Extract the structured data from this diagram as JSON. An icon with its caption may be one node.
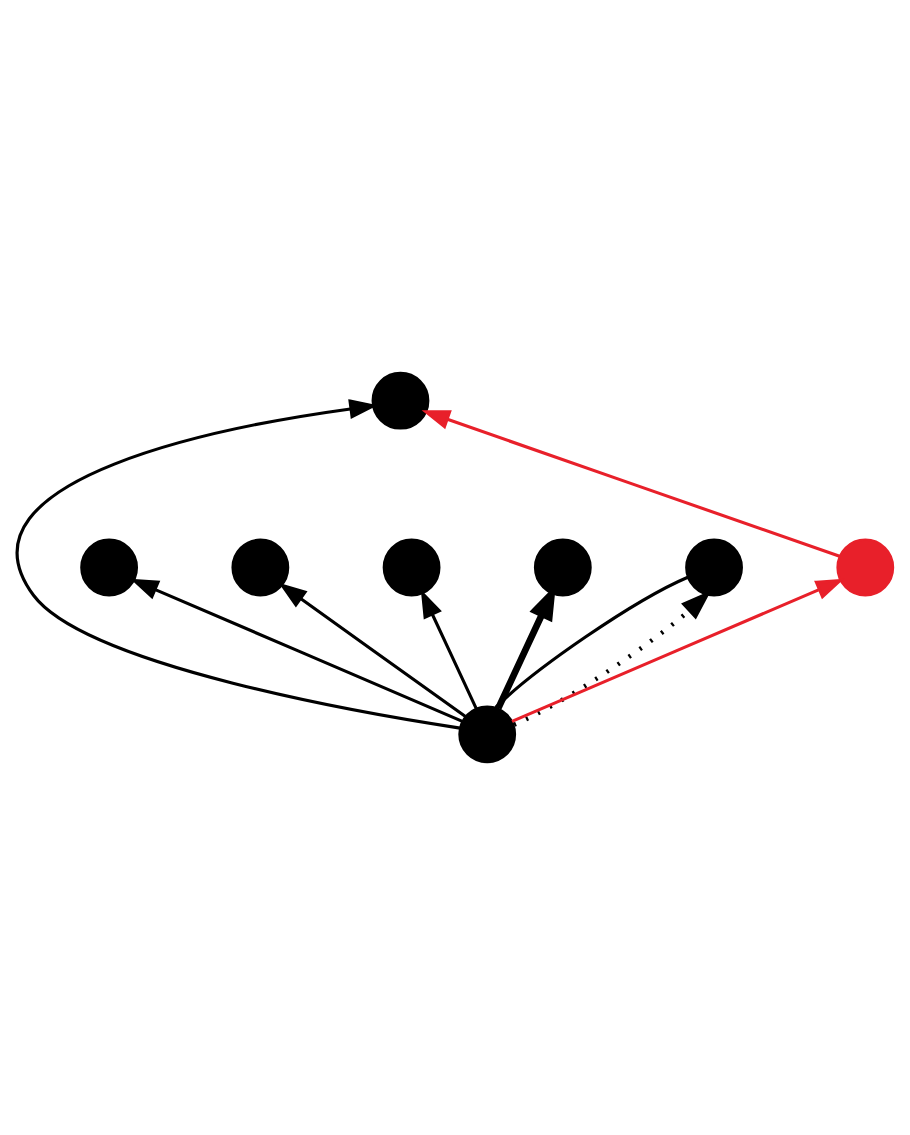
{
  "diagram": {
    "nodes": [
      {
        "text": [],
        "shape": "circle"
      },
      {
        "text": [],
        "shape": "circle"
      },
      {
        "text": [],
        "shape": "circle"
      },
      {
        "text": [],
        "shape": "circle"
      },
      {
        "text": [],
        "shape": "circle"
      },
      {
        "text": [],
        "shape": "circle"
      },
      {
        "text": [],
        "shape": "circle"
      },
      {
        "text": [],
        "shape": "circle"
      }
    ],
    "edges": [
      {
        "from": 5,
        "to": 4,
        "arrow": "to",
        "style": "thick"
      },
      {
        "from": 5,
        "to": 3,
        "arrow": "to"
      },
      {
        "from": 5,
        "to": 2,
        "arrow": "to"
      },
      {
        "from": 5,
        "to": 1,
        "arrow": "to"
      },
      {
        "from": 5,
        "to": 0,
        "arrow": "to"
      },
      {
        "from": 5,
        "to": 6,
        "arrow": "none"
      },
      {
        "from": 5,
        "to": 6,
        "arrow": "to",
        "style": "dashed"
      },
      {
        "from": 5,
        "to": 7,
        "arrow": "to",
        "color": "#e8202a"
      },
      {
        "from": 7,
        "to": 0,
        "arrow": "to",
        "color": "#e8202a"
      }
    ]
  }
}
